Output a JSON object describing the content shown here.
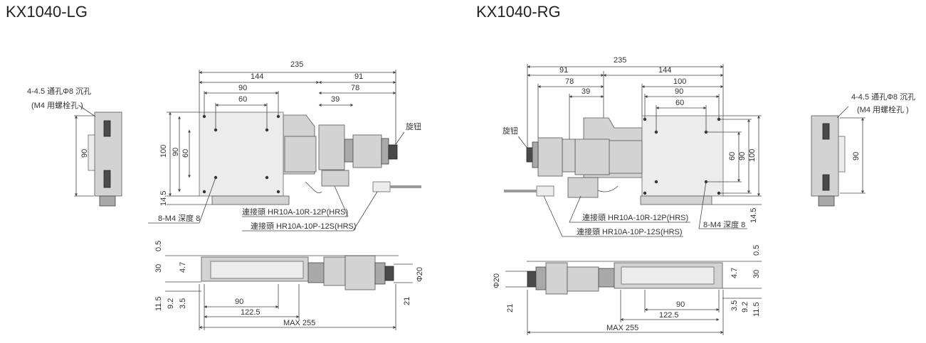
{
  "titles": {
    "left": "KX1040-LG",
    "right": "KX1040-RG"
  },
  "left": {
    "dims": {
      "total": "235",
      "d144": "144",
      "d91": "91",
      "d90": "90",
      "d78": "78",
      "d60": "60",
      "d39": "39",
      "v100": "100",
      "v90": "90",
      "v60": "60",
      "v14_5": "14.5",
      "side90": "90",
      "b0_5": "0.5",
      "b30": "30",
      "b4_7": "4.7",
      "b11_5": "11.5",
      "b9_2": "9.2",
      "b3_5": "3.5",
      "b90": "90",
      "b122_5": "122.5",
      "bmax": "MAX 255",
      "bphi": "Φ20",
      "b21": "21"
    },
    "labels": {
      "hole1": "4-4.5 通孔Φ8 沉孔",
      "hole2": "(M4 用螺栓孔 )",
      "knob": "旋钮",
      "tap": "8-M4 深度 8",
      "conn1": "連接頭 HR10A-10R-12P(HRS)",
      "conn2": "連接頭 HR10A-10P-12S(HRS)"
    }
  },
  "right": {
    "dims": {
      "total": "235",
      "d91": "91",
      "d144": "144",
      "d78": "78",
      "d100": "100",
      "d39": "39",
      "d90": "90",
      "d60": "60",
      "v60": "60",
      "v90": "90",
      "v100": "100",
      "v14_5": "14.5",
      "side90": "90",
      "b0_5": "0.5",
      "b4_7": "4.7",
      "b30": "30",
      "bphi": "Φ20",
      "b21": "21",
      "b90": "90",
      "b122_5": "122.5",
      "b3_5": "3.5",
      "b9_2": "9.2",
      "b11_5": "11.5",
      "bmax": "MAX 255"
    },
    "labels": {
      "hole1": "4-4.5 通孔Φ8 沉孔",
      "hole2": "(M4 用螺栓孔 )",
      "knob": "旋钮",
      "conn1": "連接頭 HR10A-10R-12P(HRS)",
      "conn2": "連接頭 HR10A-10P-12S(HRS)",
      "tap": "8-M4 深度 8"
    }
  }
}
